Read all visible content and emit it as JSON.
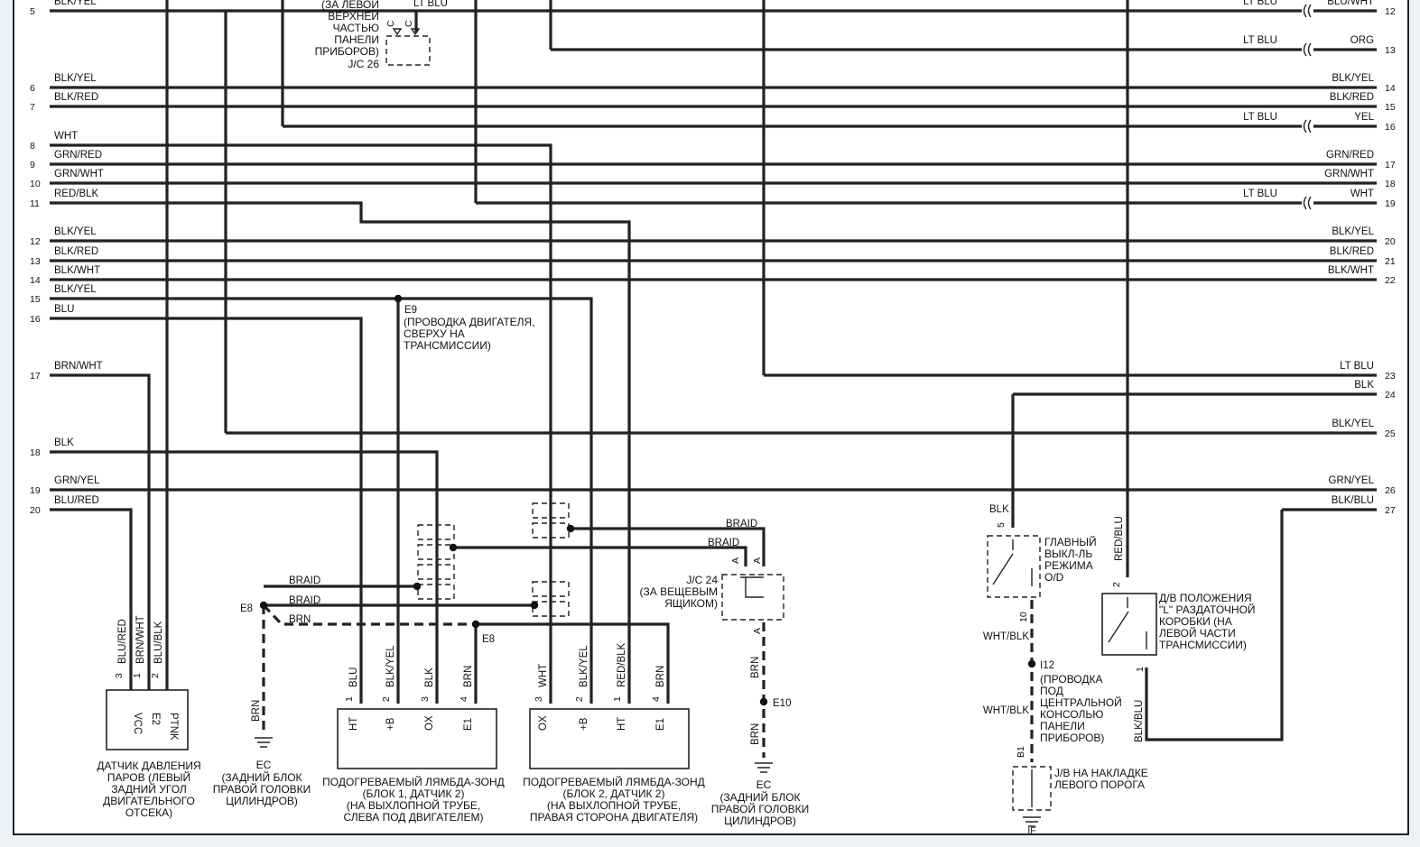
{
  "left_pins": [
    {
      "num": "5",
      "wire": "BLK/YEL"
    },
    {
      "num": "6",
      "wire": "BLK/YEL"
    },
    {
      "num": "7",
      "wire": "BLK/RED"
    },
    {
      "num": "8",
      "wire": "WHT"
    },
    {
      "num": "9",
      "wire": "GRN/RED"
    },
    {
      "num": "10",
      "wire": "GRN/WHT"
    },
    {
      "num": "11",
      "wire": "RED/BLK"
    },
    {
      "num": "12",
      "wire": "BLK/YEL"
    },
    {
      "num": "13",
      "wire": "BLK/RED"
    },
    {
      "num": "14",
      "wire": "BLK/WHT"
    },
    {
      "num": "15",
      "wire": "BLK/YEL"
    },
    {
      "num": "16",
      "wire": "BLU"
    },
    {
      "num": "17",
      "wire": "BRN/WHT"
    },
    {
      "num": "18",
      "wire": "BLK"
    },
    {
      "num": "19",
      "wire": "GRN/YEL"
    },
    {
      "num": "20",
      "wire": "BLU/RED"
    }
  ],
  "right_pins": [
    {
      "num": "12",
      "wire": "BLU/WHT",
      "sub": "LT BLU"
    },
    {
      "num": "13",
      "wire": "ORG",
      "sub": "LT BLU"
    },
    {
      "num": "14",
      "wire": "BLK/YEL",
      "sub": ""
    },
    {
      "num": "15",
      "wire": "BLK/RED",
      "sub": ""
    },
    {
      "num": "16",
      "wire": "YEL",
      "sub": "LT BLU"
    },
    {
      "num": "17",
      "wire": "GRN/RED",
      "sub": ""
    },
    {
      "num": "18",
      "wire": "GRN/WHT",
      "sub": ""
    },
    {
      "num": "19",
      "wire": "WHT",
      "sub": "LT BLU"
    },
    {
      "num": "20",
      "wire": "BLK/YEL",
      "sub": ""
    },
    {
      "num": "21",
      "wire": "BLK/RED",
      "sub": ""
    },
    {
      "num": "22",
      "wire": "BLK/WHT",
      "sub": ""
    },
    {
      "num": "23",
      "wire": "LT BLU",
      "sub": ""
    },
    {
      "num": "24",
      "wire": "BLK",
      "sub": ""
    },
    {
      "num": "25",
      "wire": "BLK/YEL",
      "sub": ""
    },
    {
      "num": "26",
      "wire": "GRN/YEL",
      "sub": ""
    },
    {
      "num": "27",
      "wire": "BLK/BLU",
      "sub": ""
    }
  ],
  "top_note": {
    "lines": [
      "(ЗА ЛЕВОЙ",
      "ВЕРХНЕЙ",
      "ЧАСТЬЮ",
      "ПАНЕЛИ",
      "ПРИБОРОВ)",
      "J/C 26"
    ],
    "wire": "LT BLU",
    "pin_a": "C",
    "pin_b": "C"
  },
  "splice_e9": {
    "id": "E9",
    "lines": [
      "(ПРОВОДКА ДВИГАТЕЛЯ,",
      "СВЕРХУ НА",
      "ТРАНСМИССИИ)"
    ]
  },
  "ground_e8": {
    "id": "E8",
    "wire_brn": "BRN",
    "braid1": "BRAID",
    "braid2": "BRAID",
    "id2": "E8"
  },
  "jc24": {
    "lines": [
      "J/C 24",
      "(ЗА ВЕЩЕВЫМ",
      "ЯЩИКОМ)"
    ],
    "braid1": "BRAID",
    "braid2": "BRAID",
    "pin": "A"
  },
  "vapor_sensor": {
    "wires": [
      "BLU/RED",
      "BRN/WHT",
      "BLU/BLK"
    ],
    "pins": [
      "3",
      "1",
      "2"
    ],
    "terms": [
      "VCC",
      "E2",
      "PTNK"
    ],
    "caption": [
      "ДАТЧИК ДАВЛЕНИЯ",
      "ПАРОВ (ЛЕВЫЙ",
      "ЗАДНИЙ УГОЛ",
      "ДВИГАТЕЛЬНОГО",
      "ОТСЕКА)"
    ]
  },
  "ground_ec1": {
    "wire": "BRN",
    "id": "EC",
    "caption": [
      "(ЗАДНИЙ БЛОК",
      "ПРАВОЙ ГОЛОВКИ",
      "ЦИЛИНДРОВ)"
    ]
  },
  "o2_bank1": {
    "wires": [
      "BLU",
      "BLK/YEL",
      "BLK",
      "BRN"
    ],
    "pins": [
      "1",
      "2",
      "3",
      "4"
    ],
    "terms": [
      "HT",
      "+B",
      "OX",
      "E1"
    ],
    "caption": [
      "ПОДОГРЕВАЕМЫЙ ЛЯМБДА-ЗОНД",
      "(БЛОК 1, ДАТЧИК 2)",
      "(НА ВЫХЛОПНОЙ ТРУБЕ,",
      "СЛЕВА ПОД ДВИГАТЕЛЕМ)"
    ]
  },
  "o2_bank2": {
    "wires": [
      "WHT",
      "BLK/YEL",
      "RED/BLK",
      "BRN"
    ],
    "pins": [
      "3",
      "2",
      "1",
      "4"
    ],
    "terms": [
      "OX",
      "+B",
      "HT",
      "E1"
    ],
    "caption": [
      "ПОДОГРЕВАЕМЫЙ ЛЯМБДА-ЗОНД",
      "(БЛОК 2, ДАТЧИК 2)",
      "(НА ВЫХЛОПНОЙ ТРУБЕ,",
      "ПРАВАЯ СТОРОНА ДВИГАТЕЛЯ)"
    ]
  },
  "ground_ec2": {
    "wire1": "BRN",
    "wire2": "BRN",
    "splice": "E10",
    "id": "EC",
    "caption": [
      "(ЗАДНИЙ БЛОК",
      "ПРАВОЙ ГОЛОВКИ",
      "ЦИЛИНДРОВ)"
    ]
  },
  "od_switch": {
    "wire_in": "BLK",
    "pin_in": "5",
    "pin_out": "10",
    "wire_out": "WHT/BLK",
    "caption": [
      "ГЛАВНЫЙ",
      "ВЫКЛ-ЛЬ",
      "РЕЖИМА",
      "O/D"
    ]
  },
  "splice_i12": {
    "id": "I12",
    "wire": "WHT/BLK",
    "lines": [
      "(ПРОВОДКА",
      "ПОД",
      "ЦЕНТРАЛЬНОЙ",
      "КОНСОЛЬЮ",
      "ПАНЕЛИ",
      "ПРИБОРОВ)"
    ]
  },
  "jb_sill": {
    "pin": "B1",
    "ground": "IF",
    "lines": [
      "J/B НА НАКЛАДКЕ",
      "ЛЕВОГО ПОРОГА"
    ]
  },
  "l_switch": {
    "wire_in": "RED/BLU",
    "pin_in": "2",
    "pin_out": "1",
    "wire_out": "BLK/BLU",
    "caption": [
      "Д/В ПОЛОЖЕНИЯ",
      "\"L\" РАЗДАТОЧНОЙ",
      "КОРОБКИ (НА",
      "ЛЕВОЙ ЧАСТИ",
      "ТРАНСМИССИИ)"
    ]
  }
}
